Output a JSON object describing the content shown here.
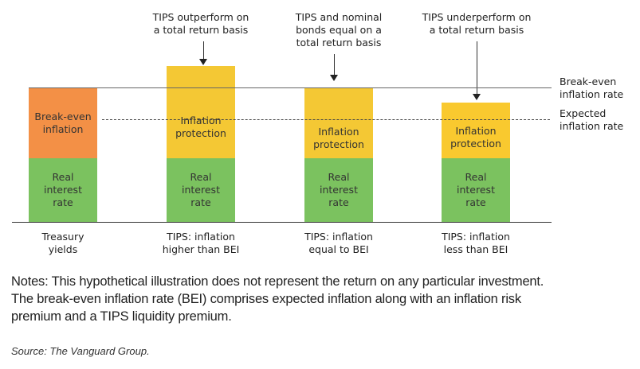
{
  "colors": {
    "break_even_inflation": "#F39046",
    "inflation_protection": "#F4C834",
    "real_interest_rate": "#7BC25F",
    "line": "#555555",
    "text": "#222222"
  },
  "annotations": [
    {
      "text_line1": "TIPS outperform on",
      "text_line2": "a total return basis",
      "text_line3": ""
    },
    {
      "text_line1": "TIPS and nominal",
      "text_line2": "bonds equal on a",
      "text_line3": "total return basis"
    },
    {
      "text_line1": "TIPS underperform on",
      "text_line2": "a total return basis",
      "text_line3": ""
    }
  ],
  "reference_lines": {
    "break_even": {
      "line1": "Break-even",
      "line2": "inflation rate"
    },
    "expected": {
      "line1": "Expected",
      "line2": "inflation rate"
    }
  },
  "bars": [
    {
      "top_label_line1": "Break-even",
      "top_label_line2": "inflation",
      "bottom_label_line1": "Real",
      "bottom_label_line2": "interest",
      "bottom_label_line3": "rate",
      "category_line1": "Treasury",
      "category_line2": "yields"
    },
    {
      "top_label_line1": "Inflation",
      "top_label_line2": "protection",
      "bottom_label_line1": "Real",
      "bottom_label_line2": "interest",
      "bottom_label_line3": "rate",
      "category_line1": "TIPS: inflation",
      "category_line2": "higher than BEI"
    },
    {
      "top_label_line1": "Inflation",
      "top_label_line2": "protection",
      "bottom_label_line1": "Real",
      "bottom_label_line2": "interest",
      "bottom_label_line3": "rate",
      "category_line1": "TIPS: inflation",
      "category_line2": "equal to BEI"
    },
    {
      "top_label_line1": "Inflation",
      "top_label_line2": "protection",
      "bottom_label_line1": "Real",
      "bottom_label_line2": "interest",
      "bottom_label_line3": "rate",
      "category_line1": "TIPS: inflation",
      "category_line2": "less than BEI"
    }
  ],
  "notes": {
    "line1": "Notes: This hypothetical illustration does not represent the return on any particular investment.",
    "line2": "The break-even inflation rate (BEI) comprises expected inflation along with an inflation risk",
    "line3": "premium and a TIPS liquidity premium."
  },
  "source": "Source: The Vanguard Group.",
  "chart_data": {
    "type": "bar",
    "title": "",
    "categories": [
      "Treasury yields",
      "TIPS: inflation higher than BEI",
      "TIPS: inflation equal to BEI",
      "TIPS: inflation less than BEI"
    ],
    "series": [
      {
        "name": "Real interest rate",
        "values": [
          1,
          1,
          1,
          1
        ]
      },
      {
        "name": "Break-even inflation",
        "values": [
          1.1,
          0,
          0,
          0
        ]
      },
      {
        "name": "Inflation protection",
        "values": [
          0,
          1.45,
          1.1,
          0.88
        ]
      }
    ],
    "reference_lines": [
      {
        "name": "Break-even inflation rate",
        "value": 2.1,
        "style": "solid"
      },
      {
        "name": "Expected inflation rate",
        "value": 1.6,
        "style": "dashed"
      }
    ],
    "annotations": [
      "TIPS outperform on a total return basis",
      "TIPS and nominal bonds equal on a total return basis",
      "TIPS underperform on a total return basis"
    ],
    "stacked": true,
    "xlabel": "",
    "ylabel": "",
    "note": "Hypothetical illustration; no numeric axis shown"
  }
}
